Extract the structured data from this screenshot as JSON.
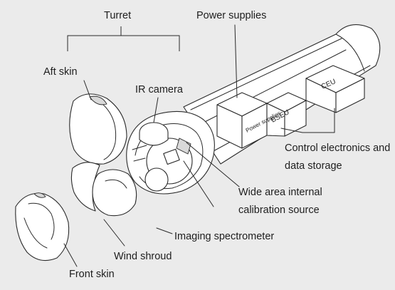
{
  "labels": {
    "turret": "Turret",
    "aft_skin": "Aft skin",
    "ir_camera": "IR camera",
    "power_supplies": "Power supplies",
    "control_electronics": "Control electronics and data storage",
    "wide_area_calibration": "Wide area internal calibration source",
    "imaging_spectrometer": "Imaging spectrometer",
    "wind_shroud": "Wind shroud",
    "front_skin": "Front skin"
  },
  "box_labels": {
    "power_supplies_box": "Power supplies",
    "bseu": "BSEU",
    "ceu": "CEU"
  }
}
